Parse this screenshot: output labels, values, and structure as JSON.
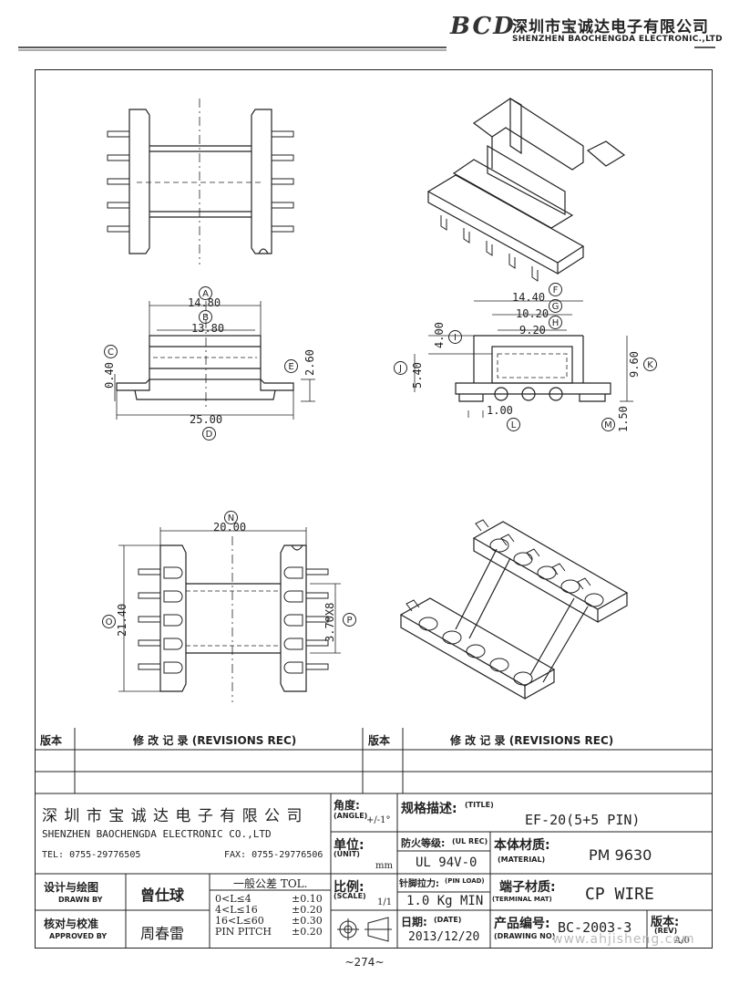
{
  "header": {
    "logo": "BCD",
    "company_cn": "深圳市宝诚达电子有限公司",
    "company_en": "SHENZHEN BAOCHENGDA ELECTRONIC.,LTD"
  },
  "dims": {
    "A": "A",
    "B": "B",
    "C": "C",
    "D": "D",
    "E": "E",
    "F": "F",
    "G": "G",
    "H": "H",
    "I": "I",
    "J": "J",
    "K": "K",
    "L": "L",
    "M": "M",
    "N": "N",
    "O": "O",
    "P": "P",
    "a_val": "14.80",
    "b_val": "13.80",
    "c_val": "0.40",
    "d_val": "25.00",
    "e_val": "2.60",
    "f_val": "14.40",
    "g_val": "10.20",
    "h_val": "9.20",
    "i_val": "4.00",
    "j_val": "5.40",
    "k_val": "9.60",
    "l_val": "1.00",
    "m_val": "1.50",
    "n_val": "20.00",
    "o_val": "21.40",
    "p_val": "3.70X8"
  },
  "revisions": {
    "ver_label": "版本",
    "rec_label": "修 改 记 录  (REVISIONS REC)",
    "ver_label2": "版本",
    "rec_label2": "修 改 记 录  (REVISIONS REC)"
  },
  "titleblock": {
    "company_cn": "深 圳 市 宝 诚 达 电 子 有 限 公 司",
    "company_en": "SHENZHEN BAOCHENGDA ELECTRONIC CO.,LTD",
    "tel": "TEL: 0755-29776505",
    "fax": "FAX: 0755-29776506",
    "angle_label": "角度:",
    "angle_en": "(ANGLE)",
    "angle_val": "+/-1°",
    "title_label": "规格描述:",
    "title_en": "(TITLE)",
    "title_val": "EF-20(5+5 PIN)",
    "unit_label": "单位:",
    "unit_en": "(UNIT)",
    "unit_val": "mm",
    "ulrec_label": "防火等级:",
    "ulrec_en": "(UL REC)",
    "ulrec_val": "UL 94V-0",
    "material_label": "本体材质:",
    "material_en": "(MATERIAL)",
    "material_val": "PM 9630",
    "drawn_label": "设计与绘图",
    "drawn_en": "DRAWN BY",
    "drawn_val": "曾仕球",
    "tol_label": "一般公差 TOL.",
    "tol_rows": [
      {
        "range": "0<L≤4",
        "tol": "±0.10"
      },
      {
        "range": "4<L≤16",
        "tol": "±0.20"
      },
      {
        "range": "16<L≤60",
        "tol": "±0.30"
      },
      {
        "range": "PIN PITCH",
        "tol": "±0.20"
      }
    ],
    "scale_label": "比例:",
    "scale_en": "(SCALE)",
    "scale_val": "1/1",
    "pinload_label": "针脚拉力:",
    "pinload_en": "(PIN LOAD)",
    "pinload_val": "1.0 Kg MIN",
    "terminal_label": "端子材质:",
    "terminal_en": "(TERMINAL MAT)",
    "terminal_val": "CP WIRE",
    "approved_label": "核对与校准",
    "approved_en": "APPROVED BY",
    "approved_val": "周春雷",
    "date_label": "日期:",
    "date_en": "(DATE)",
    "date_val": "2013/12/20",
    "drawno_label": "产品编号:",
    "drawno_en": "(DRAWING NO)",
    "drawno_val": "BC-2003-3",
    "rev_label": "版本:",
    "rev_en": "(REV)",
    "rev_val": "A/0"
  },
  "page_number": "~274~",
  "watermark": "www.ahjisheng.com"
}
